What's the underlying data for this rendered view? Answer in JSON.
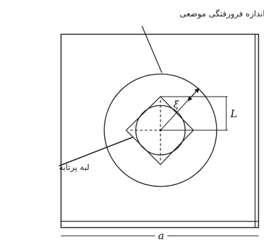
{
  "labels": {
    "local_indentation_size": "اندازه فرورفتگی موضعی",
    "projectile_edge": "لبه پرتابه",
    "L": "L",
    "xi": "ξ",
    "a": "a"
  },
  "colors": {
    "line": "#1a1a1a",
    "text": "#222222"
  }
}
